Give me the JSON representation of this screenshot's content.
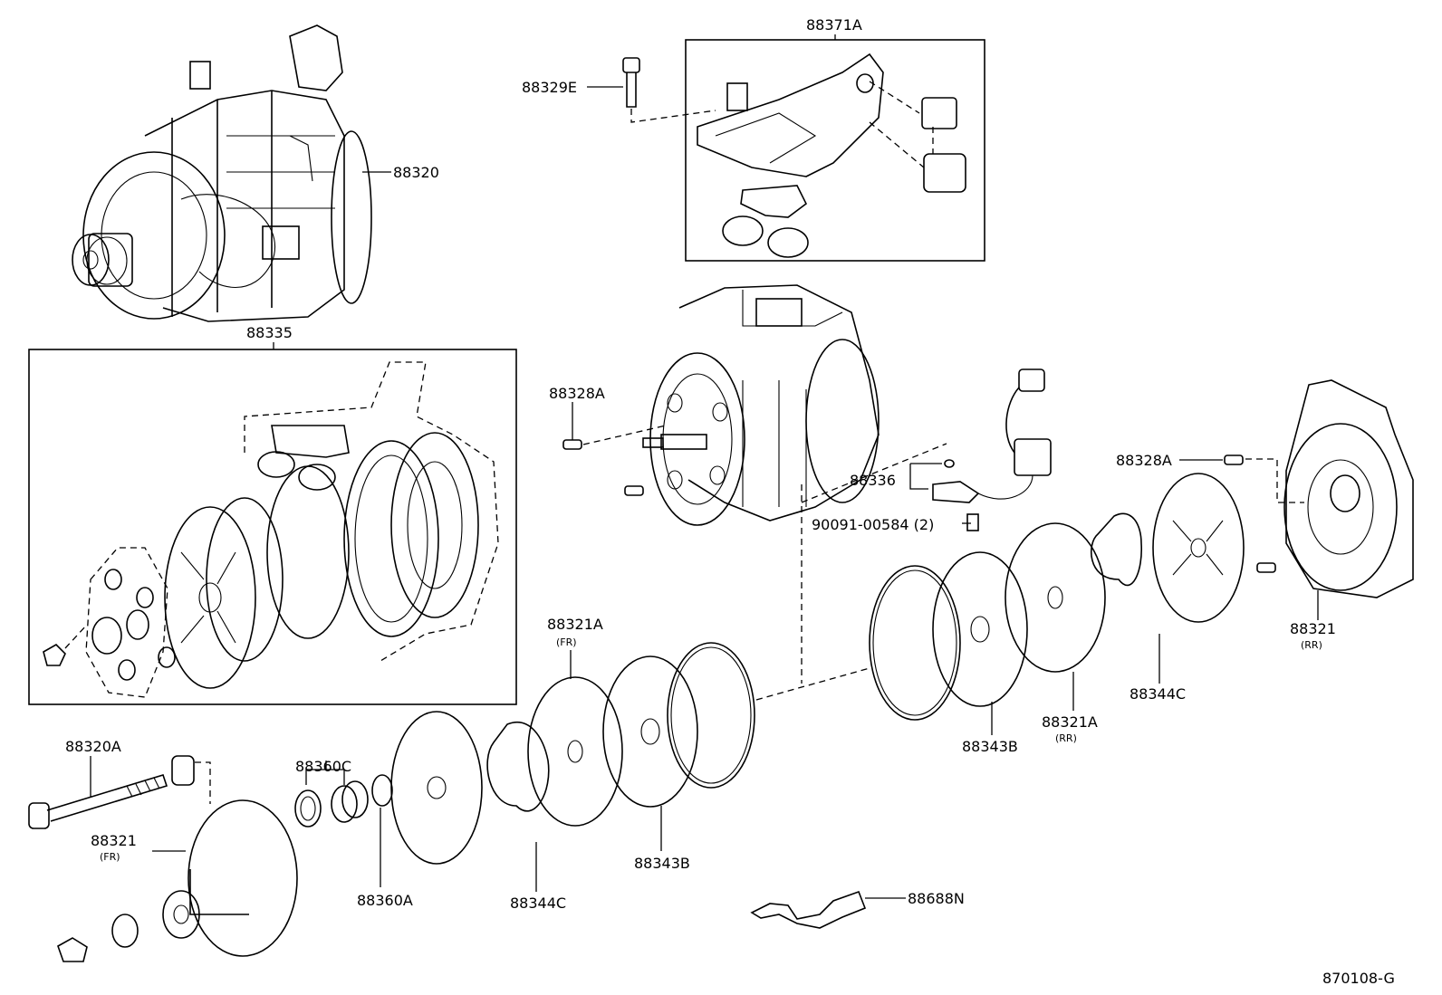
{
  "labels": {
    "p88371A": "88371A",
    "p88329E": "88329E",
    "p88320": "88320",
    "p88335": "88335",
    "p88328A_left": "88328A",
    "p88328A_right": "88328A",
    "p88336": "88336",
    "p90091": "90091-00584 (2)",
    "p88321A_fr": "88321A",
    "p88321A_fr_sub": "(FR)",
    "p88321_rr": "88321",
    "p88321_rr_sub": "(RR)",
    "p88344C_right": "88344C",
    "p88321A_rr": "88321A",
    "p88321A_rr_sub": "(RR)",
    "p88343B_right": "88343B",
    "p88320A": "88320A",
    "p88360C": "88360C",
    "p88321_fr": "88321",
    "p88321_fr_sub": "(FR)",
    "p88360A": "88360A",
    "p88344C_left": "88344C",
    "p88343B_left": "88343B",
    "p88688N": "88688N",
    "figure_id": "870108-G"
  }
}
